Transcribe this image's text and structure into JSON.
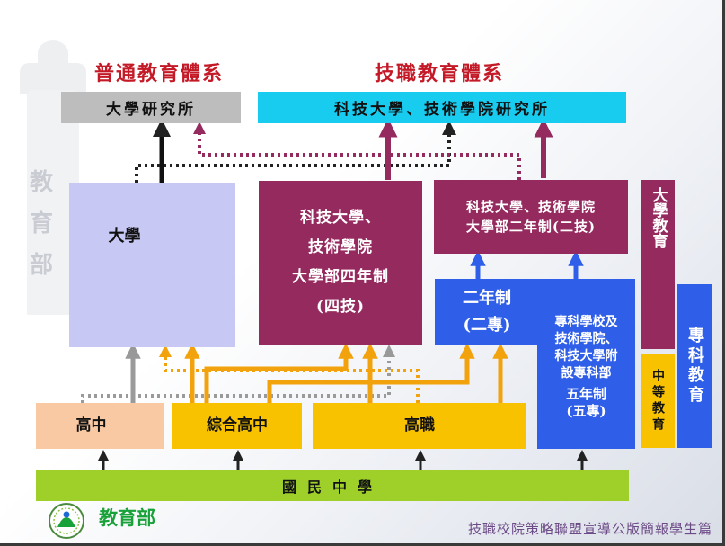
{
  "headings": {
    "general": "普通教育體系",
    "vocational": "技職教育體系"
  },
  "boxes": {
    "grad_school": "大學研究所",
    "tech_grad": "科技大學、技術學院研究所",
    "university": "大學",
    "four_year": [
      "科技大學、",
      "技術學院",
      "大學部四年制",
      "(四技)"
    ],
    "two_year_top": [
      "科技大學、技術學院",
      "大學部二年制(二技)"
    ],
    "two_year_college": [
      "二年制",
      "(二專)"
    ],
    "five_year": [
      "專科學校及",
      "技術學院、",
      "科技大學附",
      "設專科部",
      "五年制",
      "(五專)"
    ],
    "higher_ed": "大學教育",
    "junior_college_ed": "專科教育",
    "secondary_ed": "中等教育",
    "high_school": "高中",
    "comprehensive_high": "綜合高中",
    "vocational_high": "高職",
    "junior_high": "國民中學"
  },
  "logo": {
    "label": "教育部",
    "icon": "ministry-of-education-emblem"
  },
  "footer": "技職校院策略聯盟宣導公版簡報學生篇",
  "watermark": [
    "教",
    "育",
    "部"
  ],
  "colors": {
    "heading_red": "#c41a27",
    "maroon": "#952a5e",
    "blue": "#2f5fe8",
    "cyan": "#18ccf0",
    "gold": "#f8c200",
    "lavender": "#c8c8f4",
    "peach": "#f9c9a3",
    "green": "#9fd02a",
    "gray": "#bdbdbd",
    "arrow_orange": "#f2a20d",
    "arrow_gray": "#999999",
    "arrow_dark": "#222222"
  }
}
